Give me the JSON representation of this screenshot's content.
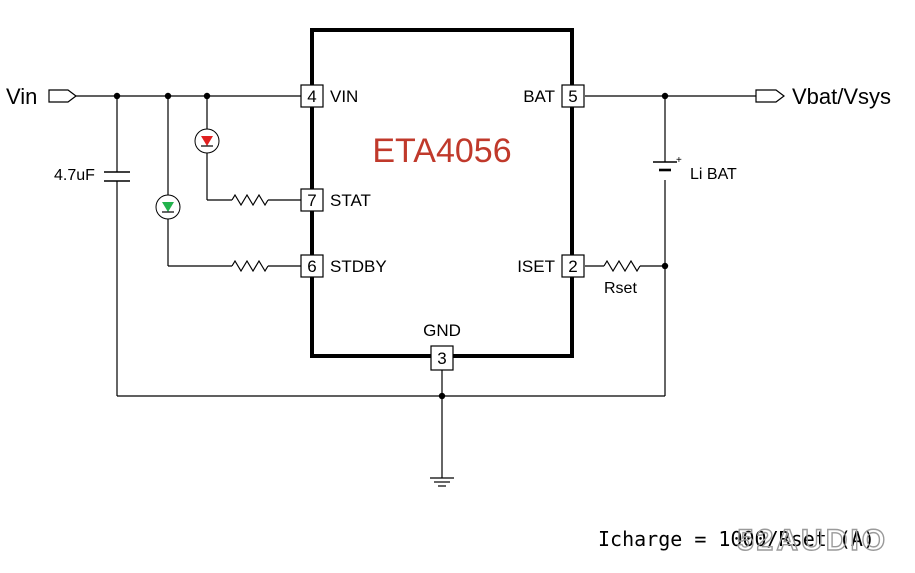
{
  "chip": {
    "name": "ETA4056"
  },
  "nets": {
    "vin": "Vin",
    "vout": "Vbat/Vsys"
  },
  "pins": {
    "vin": {
      "number": "4",
      "name": "VIN"
    },
    "stat": {
      "number": "7",
      "name": "STAT"
    },
    "stdby": {
      "number": "6",
      "name": "STDBY"
    },
    "bat": {
      "number": "5",
      "name": "BAT"
    },
    "iset": {
      "number": "2",
      "name": "ISET"
    },
    "gnd": {
      "number": "3",
      "name": "GND"
    }
  },
  "components": {
    "capacitor": "4.7uF",
    "battery": "Li BAT",
    "resistor": "Rset",
    "battery_plus": "+"
  },
  "formula": "Icharge = 1000/Rset (A)",
  "watermark": "52AUDIO",
  "colors": {
    "led_stat": "#e02020",
    "led_stdby": "#22b24c",
    "chip_name": "#c0392b"
  },
  "icons": [
    "input-port-icon",
    "output-port-icon",
    "led-icon",
    "resistor-icon",
    "capacitor-icon",
    "battery-icon",
    "ground-icon"
  ]
}
